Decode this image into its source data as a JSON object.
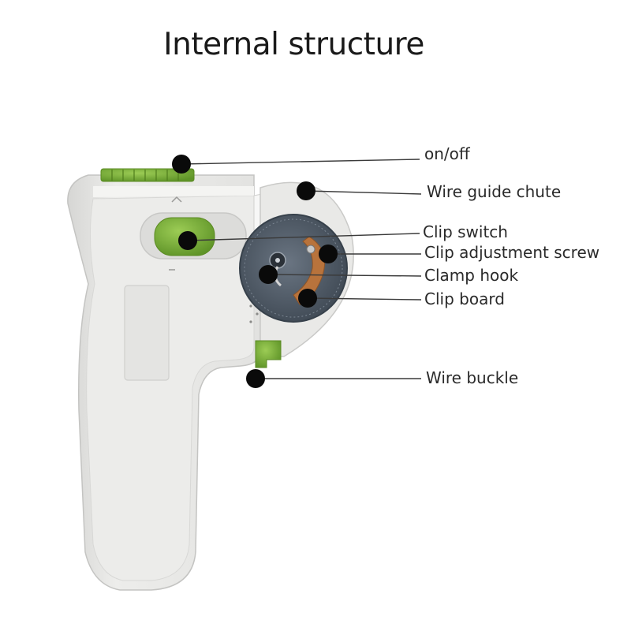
{
  "title": "Internal structure",
  "callouts": [
    {
      "key": "on_off",
      "label": "on/off"
    },
    {
      "key": "wire_guide_chute",
      "label": "Wire guide chute"
    },
    {
      "key": "clip_switch",
      "label": "Clip switch"
    },
    {
      "key": "clip_adjustment_screw",
      "label": "Clip adjustment screw"
    },
    {
      "key": "clamp_hook",
      "label": "Clamp hook"
    },
    {
      "key": "clip_board",
      "label": "Clip board"
    },
    {
      "key": "wire_buckle",
      "label": "Wire buckle"
    }
  ],
  "colors": {
    "body": "#e6e6e4",
    "body_shade": "#d2d2d0",
    "accent_green": "#7db33a",
    "disc": "#55606c",
    "copper": "#b8733c",
    "marker": "#0a0a0a",
    "leader": "#3a3a3a"
  }
}
